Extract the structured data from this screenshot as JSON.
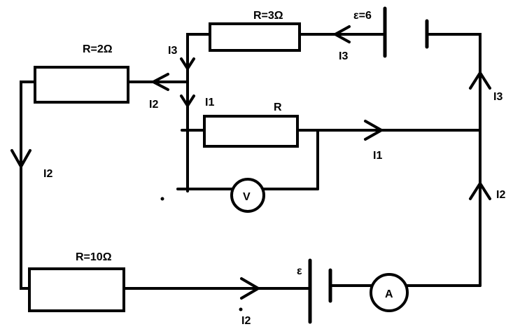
{
  "labels": {
    "r_top": "R=3Ω",
    "emf_top": "ε=6",
    "r_left": "R=2Ω",
    "r_mid": "R",
    "r_bottom": "R=10Ω",
    "emf_bottom": "ε",
    "voltmeter": "V",
    "ammeter": "A"
  },
  "currents": {
    "i3_top_left": "I3",
    "i3_top_right": "I3",
    "i3_right": "I3",
    "i2_node": "I2",
    "i1_node": "I1",
    "i1_mid": "I1",
    "i2_left": "I2",
    "i2_right": "I2",
    "i2_bottom": "I2"
  },
  "colors": {
    "stroke": "#000000",
    "background": "#ffffff"
  }
}
